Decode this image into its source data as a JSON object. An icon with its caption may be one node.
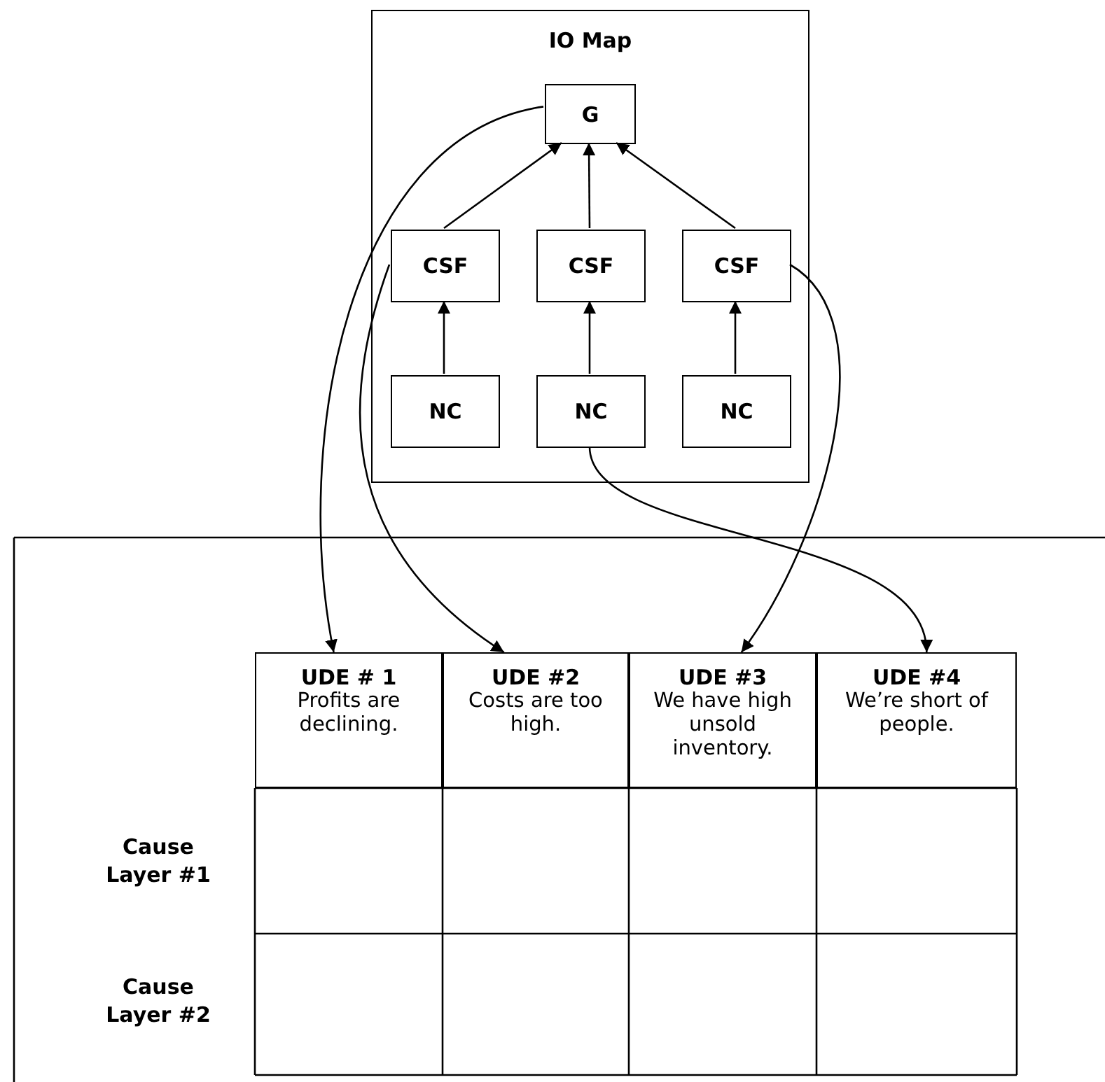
{
  "diagram": {
    "nodes": [
      {
        "text": [
          "IO Map"
        ]
      },
      {
        "text": [
          "G"
        ],
        "in": 0
      },
      {
        "text": [
          "CSF"
        ],
        "in": 0
      },
      {
        "text": [
          "CSF"
        ],
        "in": 0
      },
      {
        "text": [
          "CSF"
        ],
        "in": 0
      },
      {
        "text": [
          "NC"
        ],
        "in": 0
      },
      {
        "text": [
          "NC"
        ],
        "in": 0
      },
      {
        "text": [
          "NC"
        ],
        "in": 0
      },
      {
        "text": [
          "UDE # 1",
          "Profits are declining."
        ]
      },
      {
        "text": [
          "UDE #2",
          "Costs are too high."
        ]
      },
      {
        "text": [
          "UDE #3",
          "We have high unsold inventory."
        ]
      },
      {
        "text": [
          "UDE #4",
          "We’re short of people."
        ]
      }
    ],
    "edges": [
      {
        "from": 2,
        "to": 1,
        "arrow": "to"
      },
      {
        "from": 3,
        "to": 1,
        "arrow": "to"
      },
      {
        "from": 4,
        "to": 1,
        "arrow": "to"
      },
      {
        "from": 5,
        "to": 2,
        "arrow": "to"
      },
      {
        "from": 6,
        "to": 3,
        "arrow": "to"
      },
      {
        "from": 7,
        "to": 4,
        "arrow": "to"
      },
      {
        "from": 1,
        "to": 8,
        "arrow": "to"
      },
      {
        "from": 2,
        "to": 9,
        "arrow": "to"
      },
      {
        "from": 4,
        "to": 10,
        "arrow": "to"
      },
      {
        "from": 6,
        "to": 11,
        "arrow": "to"
      }
    ],
    "labels": [
      "Cause Layer #1",
      "Cause Layer #2"
    ]
  }
}
